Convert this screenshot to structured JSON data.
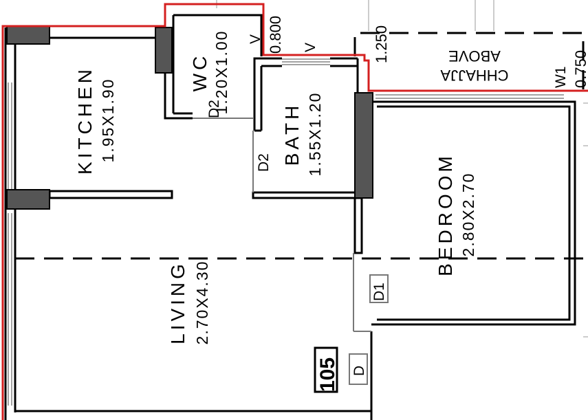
{
  "rooms": {
    "kitchen": {
      "name": "KITCHEN",
      "size": "1.95X1.90"
    },
    "wc": {
      "name": "WC",
      "size": "1.20X1.00"
    },
    "bath": {
      "name": "BATH",
      "size": "1.55X1.20"
    },
    "living": {
      "name": "LIVING",
      "size": "2.70X4.30"
    },
    "bedroom": {
      "name": "BEDROOM",
      "size": "2.80X2.70"
    }
  },
  "doors": {
    "wc_door": "D2",
    "bath_door": "D2",
    "bedroom_door": "D1",
    "main_door": "D"
  },
  "windows": {
    "ventilator_top": "V",
    "ventilator_wc": "V",
    "window_bedroom": "W1"
  },
  "dimensions": {
    "d800": "0.800",
    "d1250": "1.250",
    "d750": "0.750"
  },
  "chhajja": {
    "line1": "CHHAJJA",
    "line2": "ABOVE"
  },
  "unit_number": "105",
  "colors": {
    "outline": "#d42020",
    "wall": "#000000",
    "column": "#555555"
  }
}
